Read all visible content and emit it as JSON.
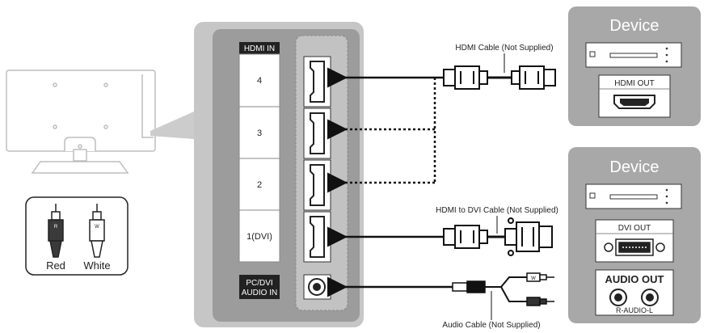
{
  "panel": {
    "header": "HDMI IN",
    "ports": [
      "4",
      "3",
      "2",
      "1(DVI)"
    ],
    "audio_in_line1": "PC/DVI",
    "audio_in_line2": "AUDIO IN"
  },
  "cables": {
    "hdmi": "HDMI Cable (Not Supplied)",
    "hdmi_dvi": "HDMI to DVI Cable (Not Supplied)",
    "audio": "Audio Cable (Not Supplied)"
  },
  "device_top": {
    "title": "Device",
    "output_label": "HDMI OUT"
  },
  "device_bottom": {
    "title": "Device",
    "dvi_label": "DVI OUT",
    "audio_out_label": "AUDIO OUT",
    "audio_sub_label": "R-AUDIO-L"
  },
  "legend": {
    "red": "Red",
    "white": "White",
    "red_letter": "R",
    "white_letter": "W"
  },
  "colors": {
    "panel_gray": "#b9b9b9",
    "panel_dark": "#9a9a9a",
    "device_box": "#a8a8a8",
    "legend_red_plug": "#3a3a3a"
  }
}
